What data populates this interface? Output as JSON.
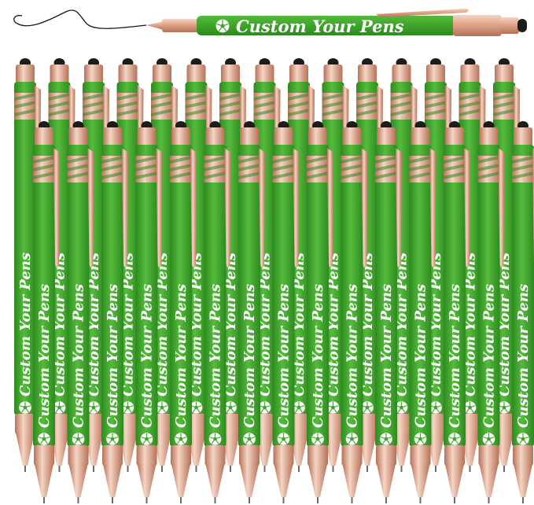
{
  "product": {
    "imprint_text": "Custom Your Pens",
    "back_row_count": 15,
    "front_row_count": 15
  },
  "colors": {
    "barrel": "#3fa62a",
    "barrel_dark": "#2d8a1f",
    "barrel_light": "#55bb3c",
    "rose_gold": "#e3a98c",
    "rose_gold_dark": "#b57258",
    "rose_gold_light": "#f6d5c4",
    "stylus_tip": "#1c1c1c",
    "ink_line": "#1a1a1a",
    "imprint": "#ffffff"
  },
  "icons": {
    "logo": "soccer-ball-icon"
  }
}
